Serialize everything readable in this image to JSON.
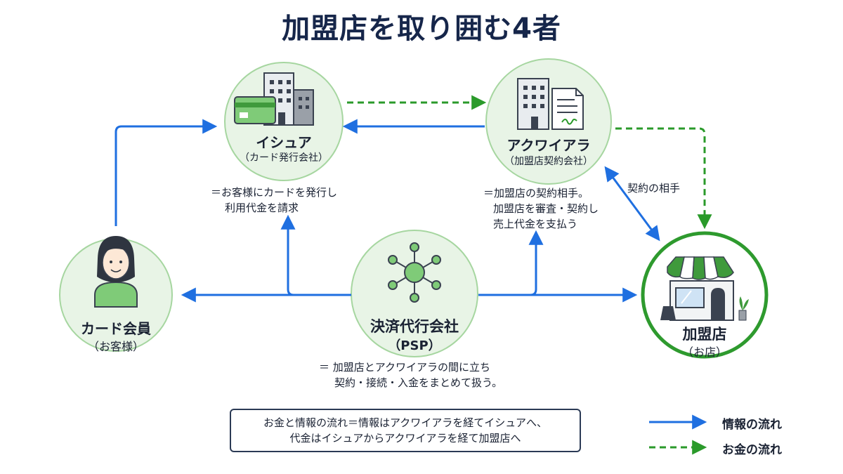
{
  "title": "加盟店を取り囲む4者",
  "nodes": {
    "issuer": {
      "name": "イシュア",
      "sub": "（カード発行会社）",
      "desc": [
        "＝お客様にカードを発行し",
        "利用代金を請求"
      ]
    },
    "acquirer": {
      "name": "アクワイアラ",
      "sub": "（加盟店契約会社）",
      "desc": [
        "＝加盟店の契約相手。",
        "加盟店を審査・契約し",
        "売上代金を支払う"
      ]
    },
    "cardholder": {
      "name": "カード会員",
      "sub": "（お客様）"
    },
    "psp": {
      "name": "決済代行会社",
      "sub": "（PSP）",
      "desc": [
        "＝ 加盟店とアクワイアラの間に立ち",
        "契約・接続・入金をまとめて扱う。"
      ]
    },
    "merchant": {
      "name": "加盟店",
      "sub": "（お店）"
    }
  },
  "edge_labels": {
    "contract_partner": "契約の相手"
  },
  "summary": [
    "お金と情報の流れ＝情報はアクワイアラを経てイシュアへ、",
    "代金はイシュアからアクワイアラを経て加盟店へ"
  ],
  "legend": {
    "info": "情報の流れ",
    "money": "お金の流れ"
  },
  "colors": {
    "info": "#1f6fe0",
    "money": "#2a9a2a",
    "circle_fill": "#e8f4e6",
    "circle_border": "#a6d6a0",
    "merchant_border": "#2e9a2e",
    "title": "#16264a"
  }
}
